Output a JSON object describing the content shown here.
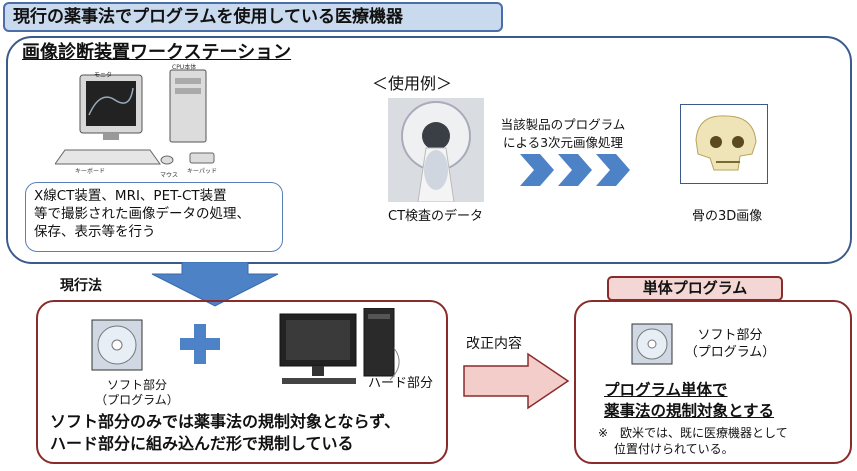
{
  "header": {
    "title": "現行の薬事法でプログラムを使用している医療機器"
  },
  "workstation": {
    "title": "画像診断装置ワークステーション",
    "labels": {
      "monitor": "モニタ",
      "cpu": "CPU本体",
      "keyboard": "キーボード",
      "mouse": "マウス",
      "pad": "キーパッド"
    },
    "description": [
      "X線CT装置、MRI、PET-CT装置",
      "等で撮影された画像データの処理、",
      "保存、表示等を行う"
    ]
  },
  "usage": {
    "title": "＜使用例＞",
    "ct_caption": "CT検査のデータ",
    "process_caption": [
      "当該製品のプログラム",
      "による3次元画像処理"
    ],
    "skull_caption": "骨の3D画像"
  },
  "current_law": {
    "label": "現行法",
    "soft_caption": [
      "ソフト部分",
      "（プログラム）"
    ],
    "hard_caption": "ハード部分",
    "note": [
      "ソフト部分のみでは薬事法の規制対象とならず、",
      "ハード部分に組み込んだ形で規制している"
    ]
  },
  "amendment": {
    "label": "改正内容"
  },
  "single_program": {
    "label": "単体プログラム",
    "soft_caption": [
      "ソフト部分",
      "（プログラム）"
    ],
    "main": [
      "プログラム単体で",
      "薬事法の規制対象とする"
    ],
    "note": [
      "※　欧米では、既に医療機器として",
      "位置付けられている。"
    ]
  },
  "colors": {
    "blue_border": "#3b5a8c",
    "red_border": "#8a2b2b",
    "arrow_blue": "#4e82c6",
    "arrow_pink": "#f2cdc9"
  }
}
